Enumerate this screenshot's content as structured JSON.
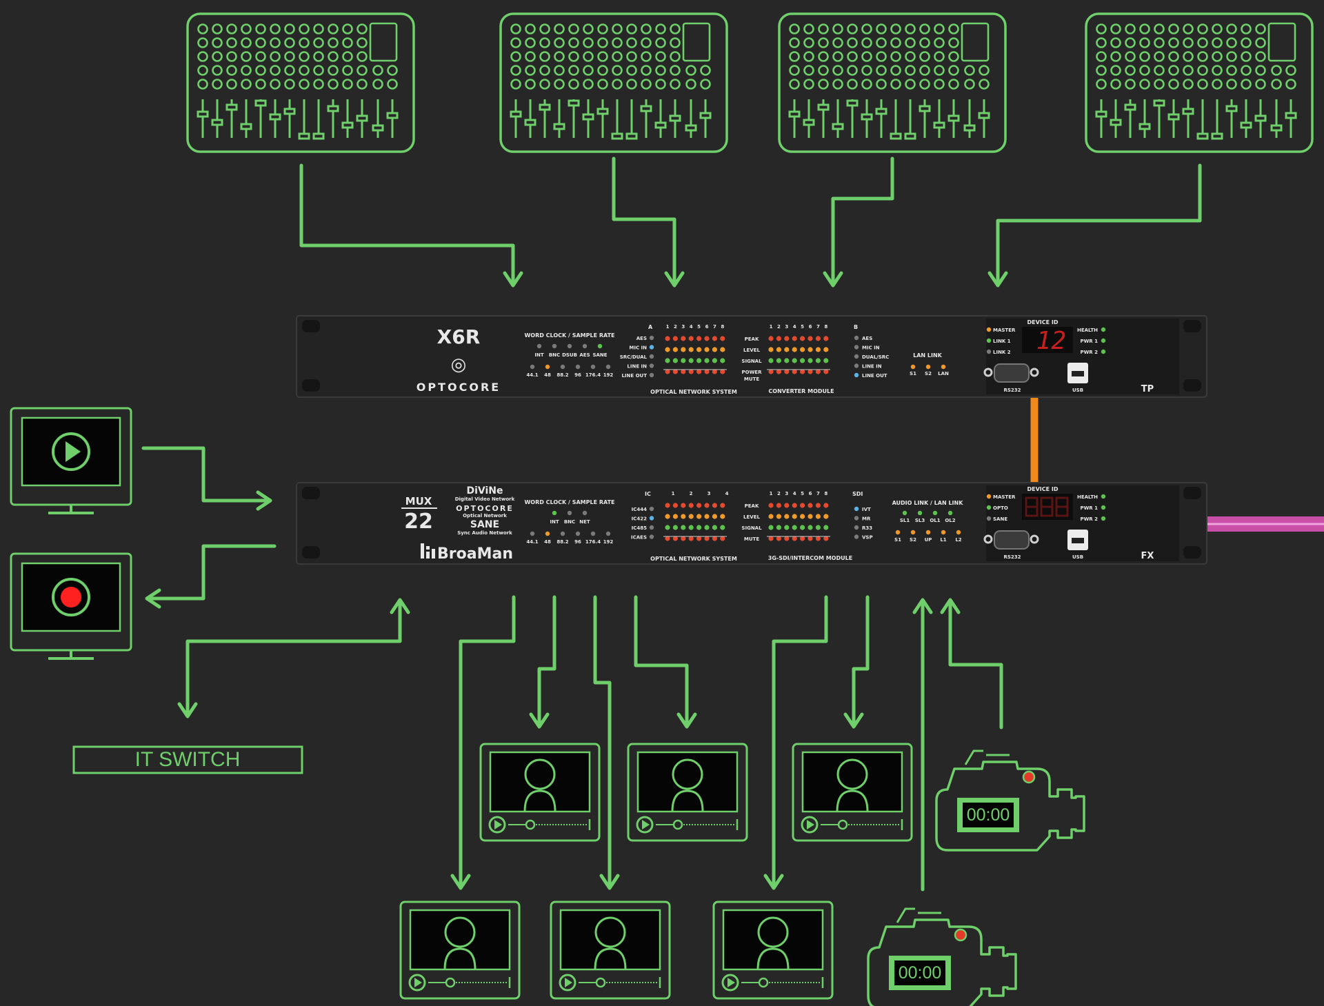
{
  "colors": {
    "background": "#272727",
    "green": "#6fcf6a",
    "orange": "#f08a1c",
    "magenta": "#c94fa8",
    "rack": "#222222",
    "rack_text": "#e8e8e8",
    "led_red": "#e34a2f",
    "led_orange": "#f09a2a",
    "led_green": "#5ec24e",
    "led_grey": "#7a7a7a",
    "led_blue": "#5ab4e6",
    "record_red": "#ff2020"
  },
  "it_switch": {
    "label": "IT SWITCH"
  },
  "cameras": [
    {
      "timecode": "00:00"
    },
    {
      "timecode": "00:00"
    }
  ],
  "x6r": {
    "model": "X6R",
    "brand": "OPTOCORE",
    "word_clock_title": "WORD CLOCK / SAMPLE RATE",
    "wc_sources": [
      "INT",
      "BNC",
      "DSUB",
      "AES",
      "SANE"
    ],
    "sample_rates": [
      "44.1",
      "48",
      "88.2",
      "96",
      "176.4",
      "192"
    ],
    "group_a": "A",
    "group_b": "B",
    "channels": [
      "1",
      "2",
      "3",
      "4",
      "5",
      "6",
      "7",
      "8"
    ],
    "rows_a": [
      "AES",
      "MIC IN",
      "SRC/DUAL",
      "LINE IN",
      "LINE OUT"
    ],
    "rows_b": [
      "AES",
      "MIC IN",
      "DUAL/SRC",
      "LINE IN",
      "LINE OUT"
    ],
    "meter_labels": [
      "PEAK",
      "LEVEL",
      "SIGNAL",
      "POWER",
      "MUTE"
    ],
    "section_optical": "OPTICAL NETWORK SYSTEM",
    "section_module": "CONVERTER MODULE",
    "lan_title": "LAN LINK",
    "lan_ports": [
      "S1",
      "S2",
      "LAN"
    ],
    "device_id_title": "DEVICE ID",
    "device_id_value": "12",
    "status_left": [
      "MASTER",
      "LINK 1",
      "LINK 2"
    ],
    "status_right": [
      "HEALTH",
      "PWR 1",
      "PWR 2"
    ],
    "port_rs232": "RS232",
    "port_usb": "USB",
    "tag": "TP"
  },
  "mux22": {
    "mux_label": "MUX",
    "mux_number": "22",
    "divine": "DiViNe",
    "divine_sub": "Digital Video Network",
    "brand": "OPTOCORE",
    "brand_sub": "Optical Network",
    "sane": "SANE",
    "sane_sub": "Sync Audio Network",
    "broaman": "BroaMan",
    "word_clock_title": "WORD CLOCK / SAMPLE RATE",
    "wc_sources": [
      "INT",
      "BNC",
      "NET"
    ],
    "sample_rates": [
      "44.1",
      "48",
      "88.2",
      "96",
      "176.4",
      "192"
    ],
    "ic_title": "IC",
    "ic_channels": [
      "1",
      "2",
      "3",
      "4"
    ],
    "ic_rows": [
      "IC444",
      "IC422",
      "IC485",
      "ICAES"
    ],
    "channels": [
      "1",
      "2",
      "3",
      "4",
      "5",
      "6",
      "7",
      "8"
    ],
    "meter_labels": [
      "PEAK",
      "LEVEL",
      "SIGNAL",
      "MUTE"
    ],
    "sdi_title": "SDI",
    "sdi_rows": [
      "IVT",
      "MR",
      "R33",
      "VSP"
    ],
    "section_optical": "OPTICAL NETWORK SYSTEM",
    "section_module": "3G-SDI/INTERCOM MODULE",
    "audio_link_title": "AUDIO LINK / LAN LINK",
    "audio_ports_top": [
      "SL1",
      "SL3",
      "OL1",
      "OL2"
    ],
    "audio_ports_bottom": [
      "S1",
      "S2",
      "UP",
      "L1",
      "L2"
    ],
    "device_id_title": "DEVICE ID",
    "status_left": [
      "MASTER",
      "OPTO",
      "SANE"
    ],
    "status_right": [
      "HEALTH",
      "PWR 1",
      "PWR 2"
    ],
    "port_rs232": "RS232",
    "port_usb": "USB",
    "tag": "FX"
  }
}
